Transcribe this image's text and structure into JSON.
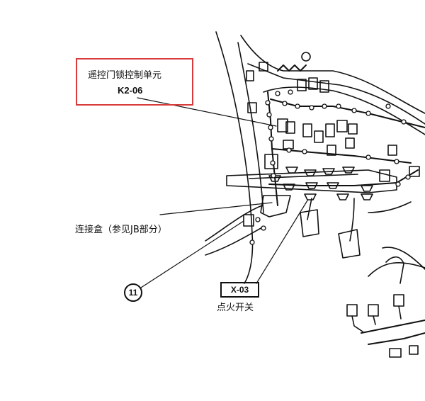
{
  "callout_main": {
    "title": "遥控门锁控制单元",
    "code": "K2-06",
    "border_color": "#d83b3b"
  },
  "junction_box": {
    "label": "连接盒（参见JB部分）"
  },
  "connector_11": {
    "number": "11"
  },
  "ignition_switch": {
    "code": "X-03",
    "label": "点火开关"
  }
}
